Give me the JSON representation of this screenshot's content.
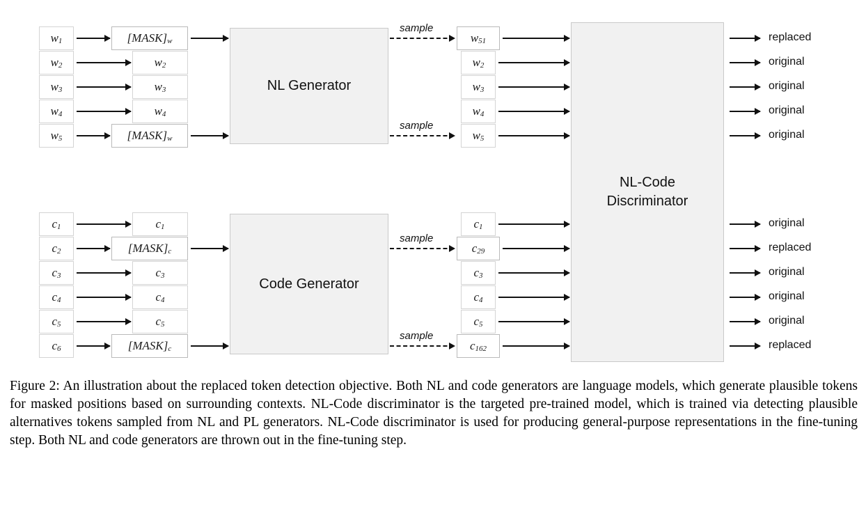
{
  "figure": {
    "nl_section": {
      "inputs": [
        {
          "base": "w",
          "sub": "1"
        },
        {
          "base": "w",
          "sub": "2"
        },
        {
          "base": "w",
          "sub": "3"
        },
        {
          "base": "w",
          "sub": "4"
        },
        {
          "base": "w",
          "sub": "5"
        }
      ],
      "masked": [
        {
          "text": "[MASK]",
          "sub": "w",
          "masked": true
        },
        {
          "base": "w",
          "sub": "2",
          "masked": false
        },
        {
          "base": "w",
          "sub": "3",
          "masked": false
        },
        {
          "base": "w",
          "sub": "4",
          "masked": false
        },
        {
          "text": "[MASK]",
          "sub": "w",
          "masked": true
        }
      ],
      "generator_label": "NL Generator",
      "sampled": [
        {
          "base": "w",
          "sub": "51",
          "replaced": true
        },
        {
          "base": "w",
          "sub": "2",
          "replaced": false
        },
        {
          "base": "w",
          "sub": "3",
          "replaced": false
        },
        {
          "base": "w",
          "sub": "4",
          "replaced": false
        },
        {
          "base": "w",
          "sub": "5",
          "replaced": false
        }
      ],
      "sample_labels": [
        "sample",
        "sample"
      ],
      "outputs": [
        "replaced",
        "original",
        "original",
        "original",
        "original"
      ]
    },
    "code_section": {
      "inputs": [
        {
          "base": "c",
          "sub": "1"
        },
        {
          "base": "c",
          "sub": "2"
        },
        {
          "base": "c",
          "sub": "3"
        },
        {
          "base": "c",
          "sub": "4"
        },
        {
          "base": "c",
          "sub": "5"
        },
        {
          "base": "c",
          "sub": "6"
        }
      ],
      "masked": [
        {
          "base": "c",
          "sub": "1",
          "masked": false
        },
        {
          "text": "[MASK]",
          "sub": "c",
          "masked": true
        },
        {
          "base": "c",
          "sub": "3",
          "masked": false
        },
        {
          "base": "c",
          "sub": "4",
          "masked": false
        },
        {
          "base": "c",
          "sub": "5",
          "masked": false
        },
        {
          "text": "[MASK]",
          "sub": "c",
          "masked": true
        }
      ],
      "generator_label": "Code Generator",
      "sampled": [
        {
          "base": "c",
          "sub": "1",
          "replaced": false
        },
        {
          "base": "c",
          "sub": "29",
          "replaced": true
        },
        {
          "base": "c",
          "sub": "3",
          "replaced": false
        },
        {
          "base": "c",
          "sub": "4",
          "replaced": false
        },
        {
          "base": "c",
          "sub": "5",
          "replaced": false
        },
        {
          "base": "c",
          "sub": "162",
          "replaced": true
        }
      ],
      "sample_labels": [
        "sample",
        "sample"
      ],
      "outputs": [
        "original",
        "replaced",
        "original",
        "original",
        "original",
        "replaced"
      ]
    },
    "discriminator_label_line1": "NL-Code",
    "discriminator_label_line2": "Discriminator",
    "colors": {
      "module_fill": "#f1f1f1",
      "module_border": "#c9c9c9",
      "box_border": "#d4d4d4",
      "arrow": "#111111"
    }
  },
  "caption": {
    "text": "Figure 2: An illustration about the replaced token detection objective. Both NL and code generators are language models, which generate plausible tokens for masked positions based on surrounding contexts. NL-Code discriminator is the targeted pre-trained model, which is trained via detecting plausible alternatives tokens sampled from NL and PL generators. NL-Code discriminator is used for producing general-purpose representations in the fine-tuning step. Both NL and code generators are thrown out in the fine-tuning step."
  }
}
